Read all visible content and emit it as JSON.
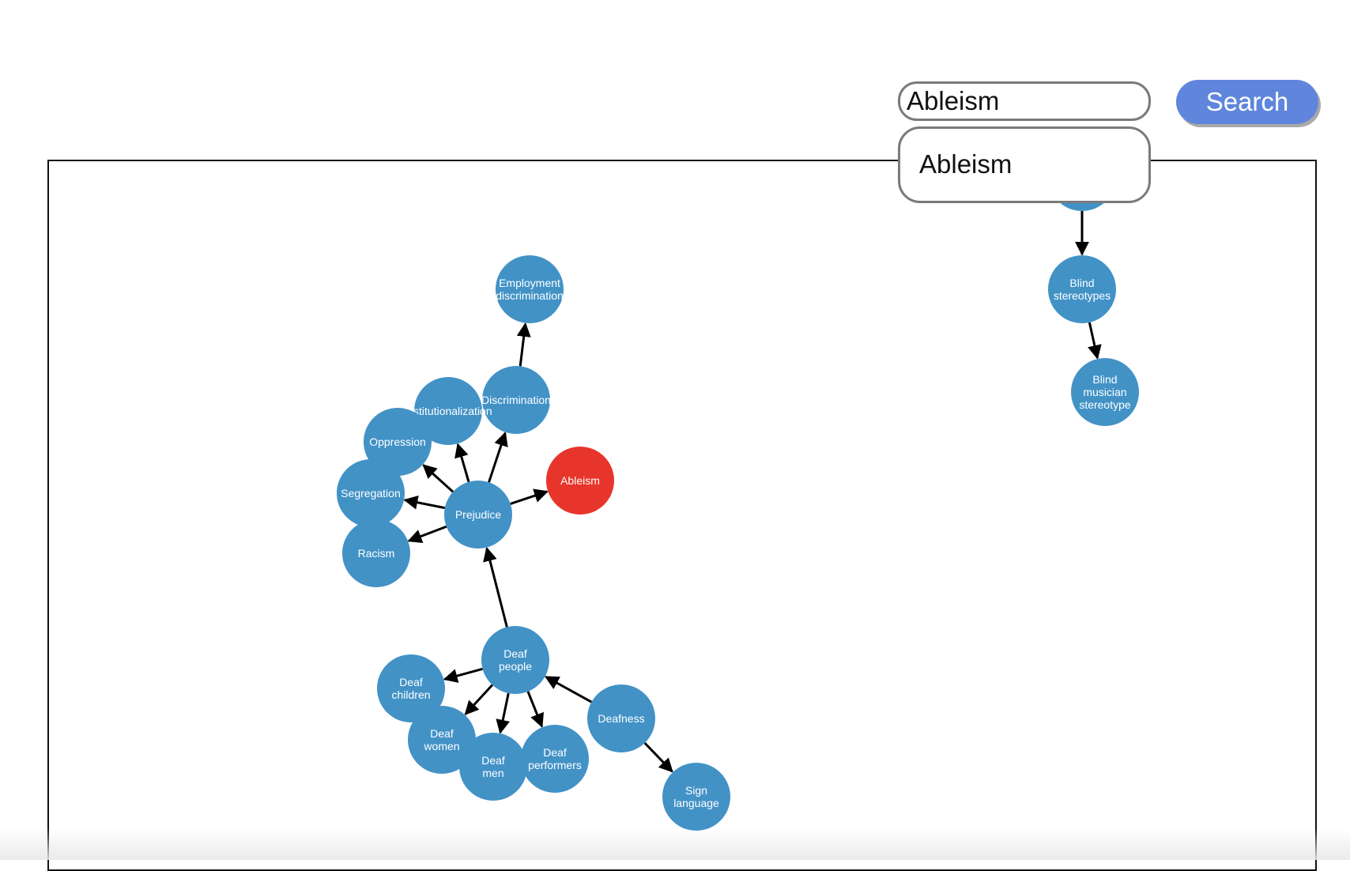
{
  "search": {
    "value": "Ableism",
    "button_label": "Search",
    "suggestions": [
      "Ableism"
    ]
  },
  "colors": {
    "node": "#4292c6",
    "highlight": "#e8352b",
    "edge": "#000000",
    "button": "#5f86dc"
  },
  "graph": {
    "nodes": [
      {
        "id": "employment",
        "lines": [
          "Employment",
          "discrimination"
        ]
      },
      {
        "id": "discrimination",
        "lines": [
          "Discrimination"
        ]
      },
      {
        "id": "institutionalization",
        "lines": [
          "Institutionalization"
        ]
      },
      {
        "id": "oppression",
        "lines": [
          "Oppression"
        ]
      },
      {
        "id": "segregation",
        "lines": [
          "Segregation"
        ]
      },
      {
        "id": "racism",
        "lines": [
          "Racism"
        ]
      },
      {
        "id": "prejudice",
        "lines": [
          "Prejudice"
        ]
      },
      {
        "id": "ableism",
        "lines": [
          "Ableism"
        ],
        "highlighted": true
      },
      {
        "id": "deaf_people",
        "lines": [
          "Deaf",
          "people"
        ]
      },
      {
        "id": "deaf_children",
        "lines": [
          "Deaf",
          "children"
        ]
      },
      {
        "id": "deaf_women",
        "lines": [
          "Deaf",
          "women"
        ]
      },
      {
        "id": "deaf_men",
        "lines": [
          "Deaf",
          "men"
        ]
      },
      {
        "id": "deaf_performers",
        "lines": [
          "Deaf",
          "performers"
        ]
      },
      {
        "id": "deafness",
        "lines": [
          "Deafness"
        ]
      },
      {
        "id": "sign_language",
        "lines": [
          "Sign",
          "language"
        ]
      },
      {
        "id": "hidden_top",
        "lines": []
      },
      {
        "id": "blind_stereotypes",
        "lines": [
          "Blind",
          "stereotypes"
        ]
      },
      {
        "id": "blind_musician",
        "lines": [
          "Blind",
          "musician",
          "stereotype"
        ]
      }
    ],
    "edges": [
      {
        "from": "discrimination",
        "to": "employment"
      },
      {
        "from": "prejudice",
        "to": "discrimination"
      },
      {
        "from": "prejudice",
        "to": "institutionalization"
      },
      {
        "from": "prejudice",
        "to": "oppression"
      },
      {
        "from": "prejudice",
        "to": "segregation"
      },
      {
        "from": "prejudice",
        "to": "racism"
      },
      {
        "from": "prejudice",
        "to": "ableism"
      },
      {
        "from": "deaf_people",
        "to": "prejudice"
      },
      {
        "from": "deaf_people",
        "to": "deaf_children"
      },
      {
        "from": "deaf_people",
        "to": "deaf_women"
      },
      {
        "from": "deaf_people",
        "to": "deaf_men"
      },
      {
        "from": "deaf_people",
        "to": "deaf_performers"
      },
      {
        "from": "deafness",
        "to": "deaf_people"
      },
      {
        "from": "deafness",
        "to": "sign_language"
      },
      {
        "from": "hidden_top",
        "to": "blind_stereotypes"
      },
      {
        "from": "blind_stereotypes",
        "to": "blind_musician"
      }
    ]
  }
}
